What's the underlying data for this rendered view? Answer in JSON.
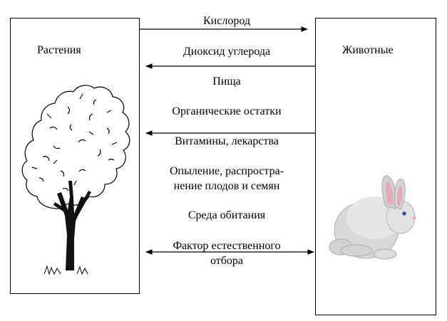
{
  "diagram": {
    "left_box": {
      "title": "Растения",
      "image": "tree-icon"
    },
    "right_box": {
      "title": "Животные",
      "image": "rabbit-icon"
    },
    "relations": [
      {
        "label": "Кислород",
        "direction": "to-animals"
      },
      {
        "label": "Диоксид углерода",
        "direction": "to-plants"
      },
      {
        "label": "Пища",
        "direction": "none"
      },
      {
        "label": "Органические остатки",
        "direction": "none"
      },
      {
        "label": "Витамины, лекарства",
        "direction": "to-plants"
      },
      {
        "label": "Опыление, распростра-",
        "label2": "нение плодов и семян",
        "direction": "none"
      },
      {
        "label": "Среда обитания",
        "direction": "none"
      },
      {
        "label": "Фактор естественного",
        "label2": "отбора",
        "direction": "both"
      }
    ]
  }
}
